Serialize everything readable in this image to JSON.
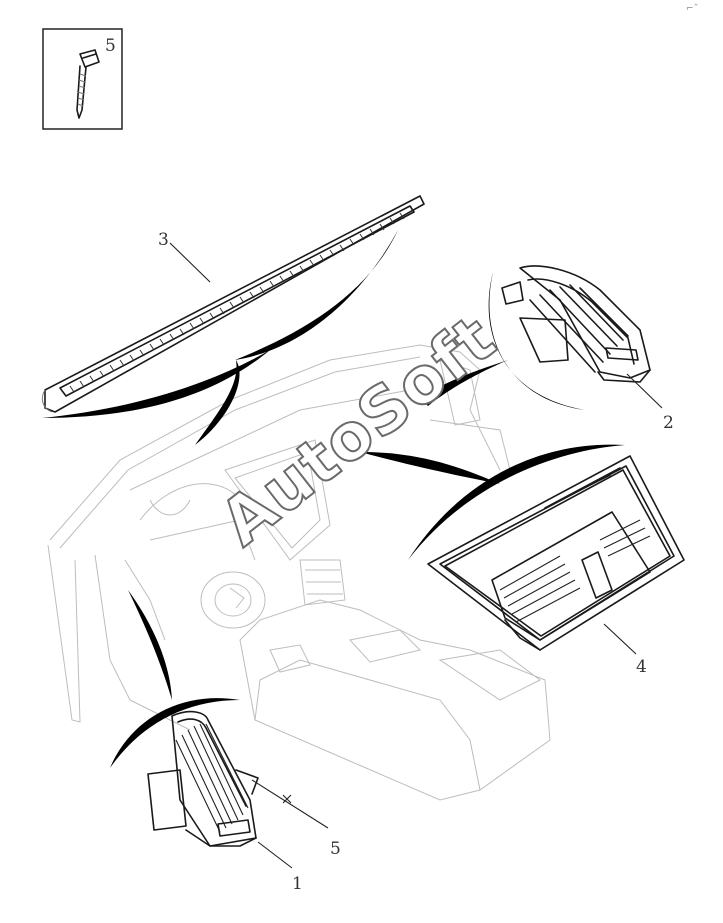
{
  "callouts": {
    "inset": "5",
    "part1": "1",
    "part2": "2",
    "part3": "3",
    "part4": "4",
    "part5": "5"
  },
  "watermark": "AutoSoft",
  "corner_mark": "⌐˝"
}
